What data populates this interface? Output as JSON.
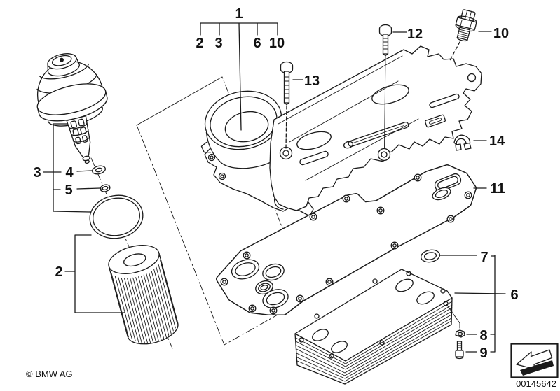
{
  "colors": {
    "line": "#1a1a1a",
    "background": "#ffffff"
  },
  "callouts": [
    {
      "id": "pos-1",
      "label": "1"
    },
    {
      "id": "group-2",
      "label": "2"
    },
    {
      "id": "group-3",
      "label": "3"
    },
    {
      "id": "group-6",
      "label": "6"
    },
    {
      "id": "group-10",
      "label": "10"
    },
    {
      "id": "pos-3",
      "label": "3"
    },
    {
      "id": "pos-4",
      "label": "4"
    },
    {
      "id": "pos-5",
      "label": "5"
    },
    {
      "id": "pos-2",
      "label": "2"
    },
    {
      "id": "pos-13",
      "label": "13"
    },
    {
      "id": "pos-12",
      "label": "12"
    },
    {
      "id": "pos-10",
      "label": "10"
    },
    {
      "id": "pos-14",
      "label": "14"
    },
    {
      "id": "pos-11",
      "label": "11"
    },
    {
      "id": "pos-7",
      "label": "7"
    },
    {
      "id": "pos-6",
      "label": "6"
    },
    {
      "id": "pos-8",
      "label": "8"
    },
    {
      "id": "pos-9",
      "label": "9"
    }
  ],
  "footer": {
    "copyright": "© BMW AG",
    "image_number": "00145642"
  }
}
